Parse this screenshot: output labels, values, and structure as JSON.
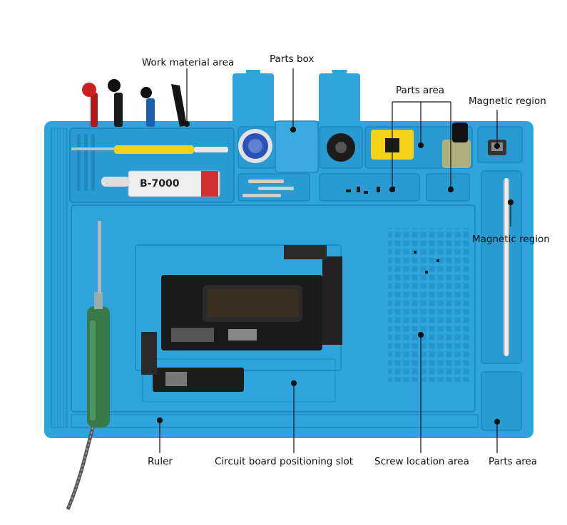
{
  "labels": {
    "work_material_area": "Work material area",
    "parts_box": "Parts box",
    "parts_area_top": "Parts area",
    "magnetic_region_top": "Magnetic region",
    "magnetic_region_right": "Magnetic region",
    "ruler": "Ruler",
    "circuit_board_slot": "Circuit board positioning slot",
    "screw_location_area": "Screw location area",
    "parts_area_bottom": "Parts area"
  },
  "glue_tube_text": "B-7000",
  "colors": {
    "mat": "#2ea3dc",
    "mat_dark": "#1f88bf",
    "mat_light": "#5cbbe8",
    "iron_handle": "#3a7a4a",
    "tool_yellow": "#f4d21a"
  }
}
